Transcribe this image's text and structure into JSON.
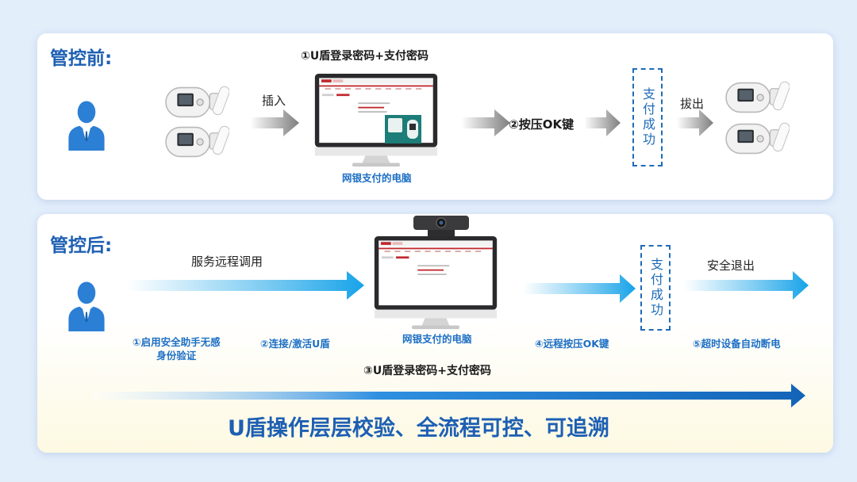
{
  "before": {
    "title": "管控前:",
    "step1": "①U盾登录密码+支付密码",
    "insert": "插入",
    "pc_label": "网银支付的电脑",
    "step2": "②按压OK键",
    "success": "支付成功",
    "unplug": "拔出"
  },
  "after": {
    "title": "管控后:",
    "remote_call": "服务远程调用",
    "pc_label": "网银支付的电脑",
    "success": "支付成功",
    "exit": "安全退出",
    "step1_line1": "①启用安全助手无感",
    "step1_line2": "身份验证",
    "step2": "②连接/激活U盾",
    "step3": "③U盾登录密码+支付密码",
    "step4": "④远程按压OK键",
    "step5": "⑤超时设备自动断电",
    "slogan": "U盾操作层层校验、全流程可控、可追溯"
  },
  "icons": [
    "user-icon",
    "usb-key-icon",
    "computer-monitor-icon",
    "camera-icon",
    "arrow-right-icon"
  ],
  "colors": {
    "title_blue": "#1d5fb3",
    "arrow_blue": "#1aa7e8",
    "arrow_gray": "#8a8a8a",
    "label_blue": "#1d6fc4",
    "background": "#e3eefb"
  }
}
